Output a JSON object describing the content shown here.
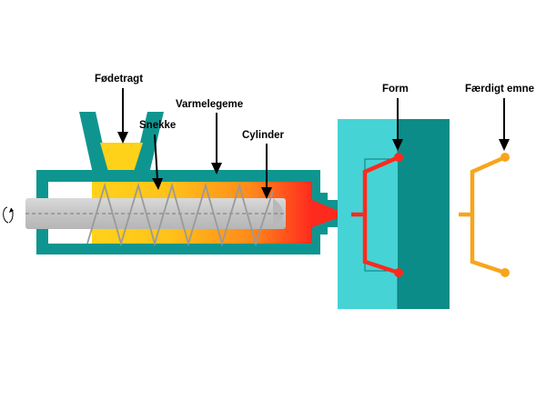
{
  "labels": {
    "hopper": "Fødetragt",
    "screw": "Snekke",
    "heater": "Varmelegeme",
    "cylinder": "Cylinder",
    "mold": "Form",
    "finished_part": "Færdigt emne"
  },
  "colors": {
    "teal_dark": "#0f9590",
    "teal_light": "#46d3d6",
    "teal_mold_dark": "#0c8c88",
    "yellow": "#ffd21a",
    "orange": "#ff8a1a",
    "red": "#ff2a1e",
    "screw_gray": "#cbcbcb",
    "product_orange": "#f7a51c",
    "arrow": "#000000"
  },
  "icons": {
    "rotation": "rotation-arrow-icon"
  }
}
